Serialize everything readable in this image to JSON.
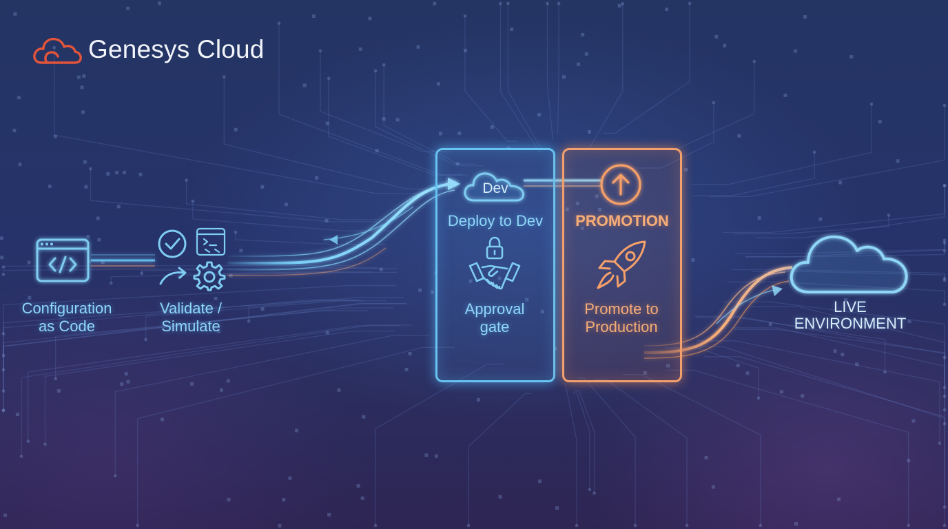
{
  "brand": {
    "name": "Genesys Cloud",
    "logo_icon": "cloud-icon",
    "logo_color": "#e2553a"
  },
  "steps": {
    "config": {
      "line1": "Configuration",
      "line2": "as Code",
      "icon": "code-window-icon"
    },
    "validate": {
      "line1": "Validate /",
      "line2": "Simulate",
      "icons": [
        "checkmark-icon",
        "code-window-icon",
        "arrow-icon",
        "gear-icon"
      ]
    },
    "dev": {
      "cloud_label": "Dev",
      "title": "Deploy to Dev",
      "gate_line1": "Approval",
      "gate_line2": "gate",
      "icons": [
        "cloud-icon",
        "lock-icon",
        "handshake-icon"
      ]
    },
    "promotion": {
      "title": "PROMOTION",
      "line1": "Promote to",
      "line2": "Production",
      "icons": [
        "up-arrow-circle-icon",
        "rocket-icon"
      ]
    },
    "live": {
      "line1": "LIVE",
      "line2": "ENVIRONMENT",
      "icon": "cloud-icon"
    }
  },
  "colors": {
    "blue_accent": "#67c3f0",
    "orange_accent": "#f2a06d",
    "background": "#243463"
  }
}
